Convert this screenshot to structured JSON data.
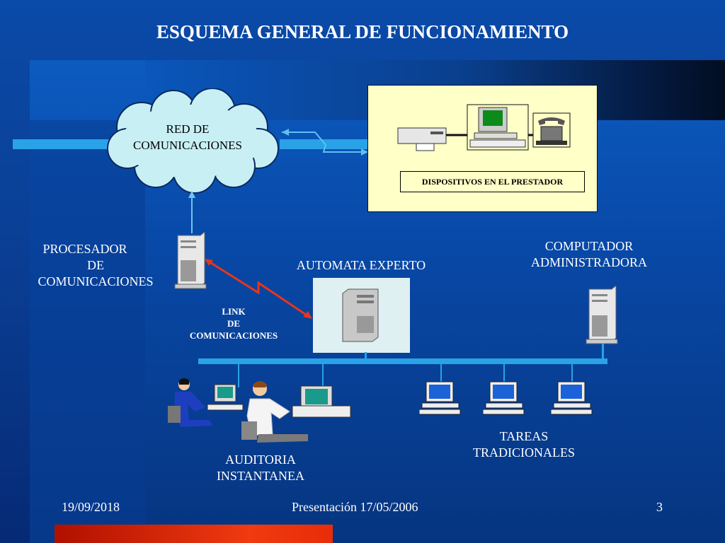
{
  "title": "ESQUEMA GENERAL DE FUNCIONAMIENTO",
  "cloud_label_1": "RED  DE",
  "cloud_label_2": "COMUNICACIONES",
  "device_label": "DISPOSITIVOS EN EL PRESTADOR",
  "procesador": [
    "PROCESADOR",
    "DE",
    "COMUNICACIONES"
  ],
  "automata": "AUTOMATA EXPERTO",
  "computador": [
    "COMPUTADOR",
    "ADMINISTRADORA"
  ],
  "link": [
    "LINK",
    "DE",
    "COMUNICACIONES"
  ],
  "auditoria": [
    "AUDITORIA",
    "INSTANTANEA"
  ],
  "tareas": [
    "TAREAS",
    "TRADICIONALES"
  ],
  "footer": {
    "date": "19/09/2018",
    "presentation": "Presentación 17/05/2006",
    "page": "3"
  },
  "colors": {
    "accent_line": "#2aa2e8",
    "device_bg": "#ffffc8",
    "cloud": "#c8f0f4",
    "link": "#e8351a"
  },
  "icons": [
    "cloud-icon",
    "printer-icon",
    "computer-icon",
    "telephone-icon",
    "server-tower-icon",
    "workstation-icon",
    "user-at-computer-icon"
  ]
}
